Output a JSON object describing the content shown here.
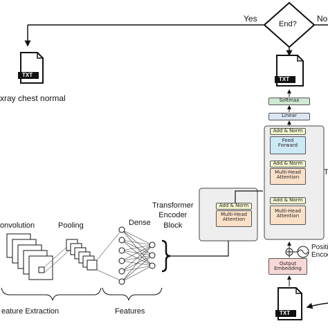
{
  "decision": {
    "label": "End?",
    "yes": "Yes",
    "no": "No"
  },
  "output": {
    "file_label": "TXT",
    "caption": "xray chest normal"
  },
  "decoder": {
    "softmax": "Softmax",
    "linear": "Linear",
    "add_norm": "Add & Norm",
    "feed_forward": "Feed\nForward",
    "multi_head_attention": "Multi-Head\nAttention",
    "side_label": "T",
    "positional_encoding": "Positi\nEncod",
    "output_embedding": "Output\nEmbedding",
    "input_file_label": "TXT"
  },
  "encoder": {
    "title": "Transformer\nEncoder\nBlock",
    "add_norm": "Add & Norm",
    "multi_head_attention": "Multi-Head\nAttention"
  },
  "cnn": {
    "convolution": "onvolution",
    "pooling": "Pooling",
    "dense": "Dense",
    "feature_extraction": "eature Extraction",
    "features": "Features"
  },
  "colors": {
    "add_norm": "#f2f3cc",
    "attention": "#fbe0c8",
    "feed_forward": "#cde9f6",
    "softmax": "#cfe8d2",
    "linear": "#dbe4f2",
    "embedding": "#f8d7d7",
    "block_bg": "#eeeeee"
  }
}
